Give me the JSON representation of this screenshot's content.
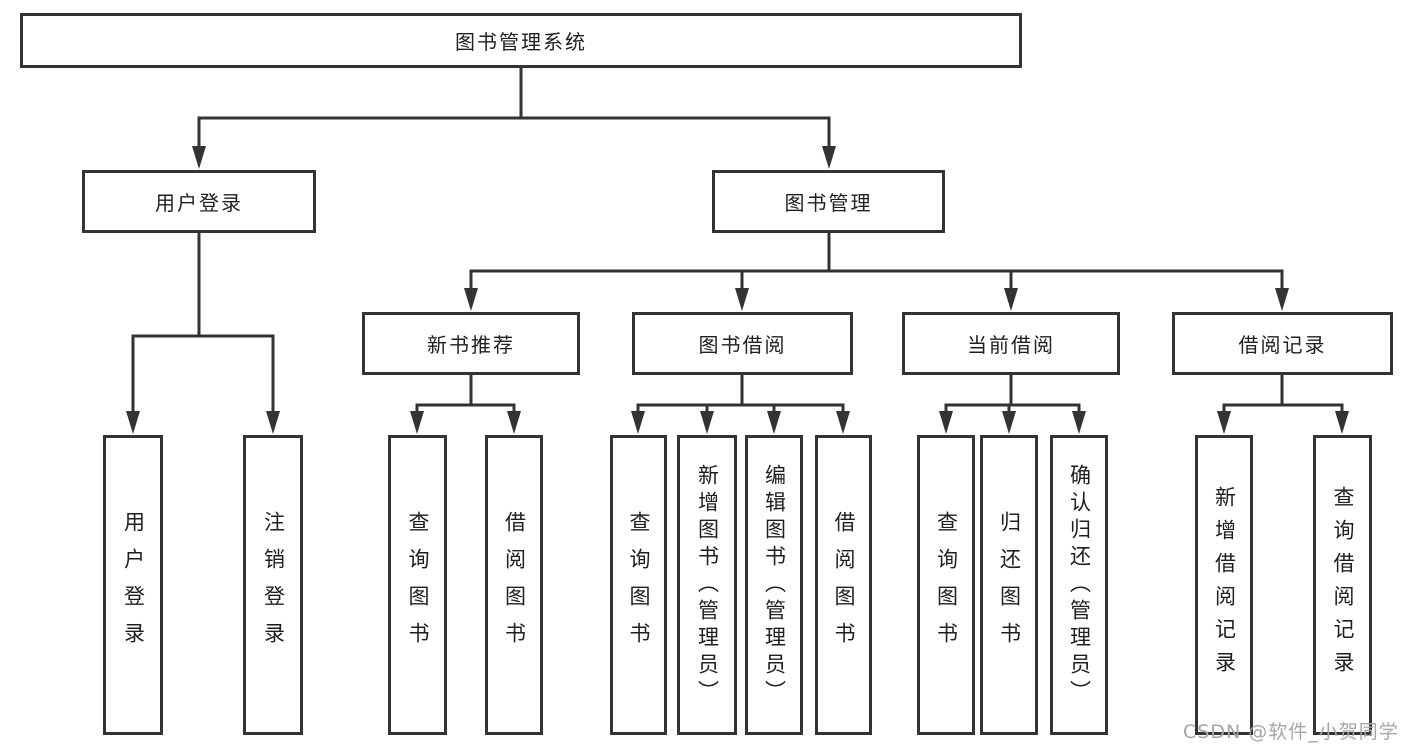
{
  "colors": {
    "line": "#333333",
    "box_border": "#333333",
    "text": "#1f1f1f",
    "watermark": "#a5a5ad"
  },
  "root": {
    "label": "图书管理系统"
  },
  "level2": {
    "user_login": {
      "label": "用户登录"
    },
    "book_management": {
      "label": "图书管理"
    }
  },
  "level3": {
    "new_book_recommend": {
      "label": "新书推荐"
    },
    "book_borrow": {
      "label": "图书借阅"
    },
    "current_borrow": {
      "label": "当前借阅"
    },
    "borrow_records": {
      "label": "借阅记录"
    }
  },
  "leaves": {
    "user_login": [
      "用户登录",
      "注销登录"
    ],
    "new_book_recommend": [
      "查询图书",
      "借阅图书"
    ],
    "book_borrow": [
      "查询图书",
      "新增图书（管理员）",
      "编辑图书（管理员）",
      "借阅图书"
    ],
    "current_borrow": [
      "查询图书",
      "归还图书",
      "确认归还（管理员）"
    ],
    "borrow_records": [
      "新增借阅记录",
      "查询借阅记录"
    ]
  },
  "watermark": "CSDN @软件_小贺同学"
}
